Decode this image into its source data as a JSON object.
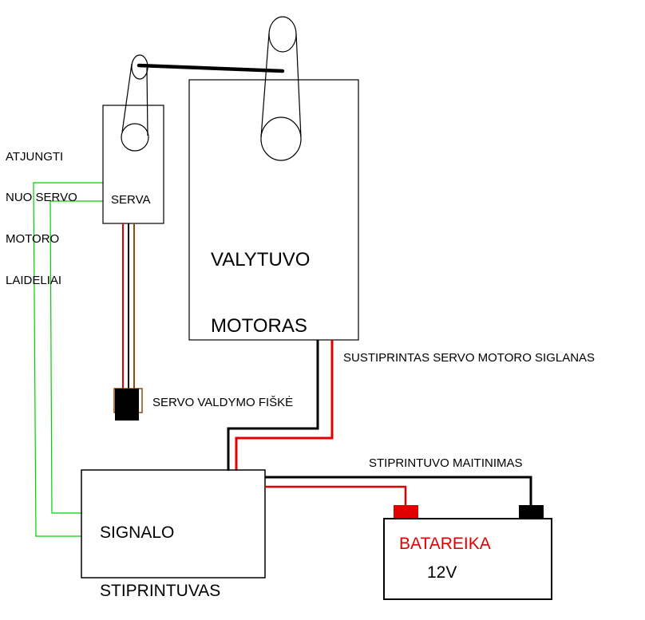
{
  "labels": {
    "disconnect_note": [
      "ATJUNGTI",
      "NUO SERVO",
      "MOTORO",
      "LAIDELIAI"
    ],
    "servo": "SERVA",
    "wiper_motor": [
      "VALYTUVO",
      "MOTORAS"
    ],
    "amplified_signal": "SUSTIPRINTAS SERVO MOTORO SIGLANAS",
    "servo_connector": "SERVO VALDYMO FIŠKĖ",
    "amplifier_power": "STIPRINTUVO MAITINIMAS",
    "amplifier": [
      "SIGNALO",
      "STIPRINTUVAS"
    ],
    "battery": "BATAREIKA",
    "battery_voltage": "12V"
  },
  "colors": {
    "line": "#000000",
    "positive_wire": "#e00000",
    "servo_lead_wire": "#00d000",
    "brown_wire": "#8b4a12",
    "battery_label": "#e00000"
  }
}
